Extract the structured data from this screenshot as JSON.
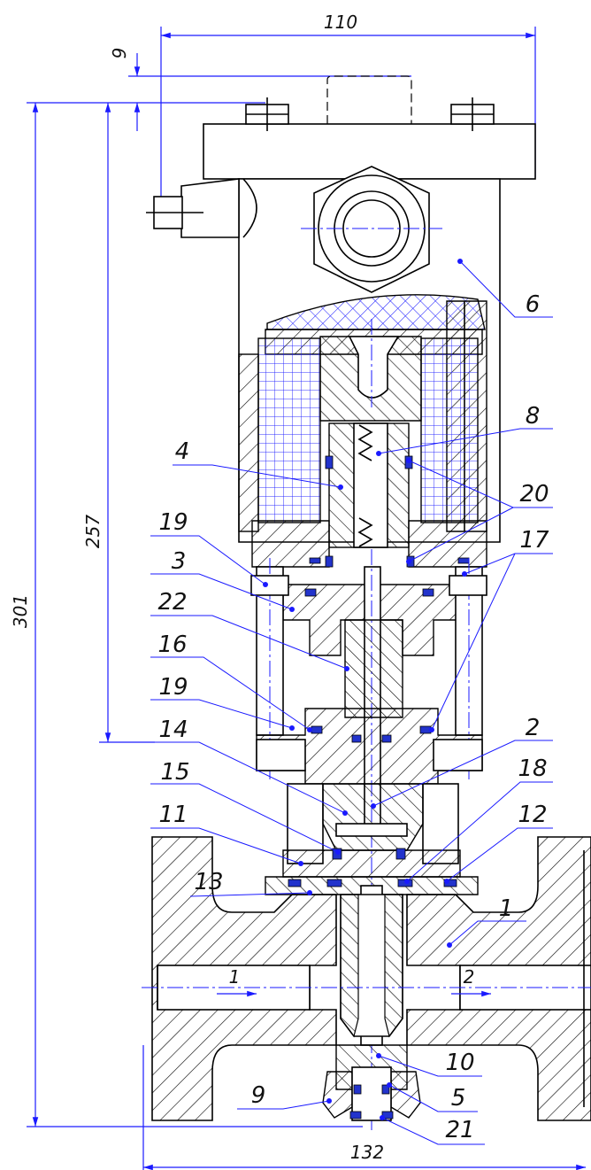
{
  "dimensions": {
    "width_top": "110",
    "offset_top": "9",
    "height_inner": "257",
    "height_total": "301",
    "width_bottom": "132"
  },
  "flow_labels": [
    "1",
    "2"
  ],
  "callouts": [
    {
      "label": "6"
    },
    {
      "label": "8"
    },
    {
      "label": "4"
    },
    {
      "label": "20"
    },
    {
      "label": "19"
    },
    {
      "label": "17"
    },
    {
      "label": "3"
    },
    {
      "label": "22"
    },
    {
      "label": "16"
    },
    {
      "label": "19"
    },
    {
      "label": "14"
    },
    {
      "label": "2"
    },
    {
      "label": "15"
    },
    {
      "label": "18"
    },
    {
      "label": "11"
    },
    {
      "label": "12"
    },
    {
      "label": "13"
    },
    {
      "label": "1"
    },
    {
      "label": "10"
    },
    {
      "label": "5"
    },
    {
      "label": "9"
    },
    {
      "label": "21"
    }
  ],
  "colors": {
    "dimension": "#1a1aff",
    "seal": "#2233cc"
  }
}
